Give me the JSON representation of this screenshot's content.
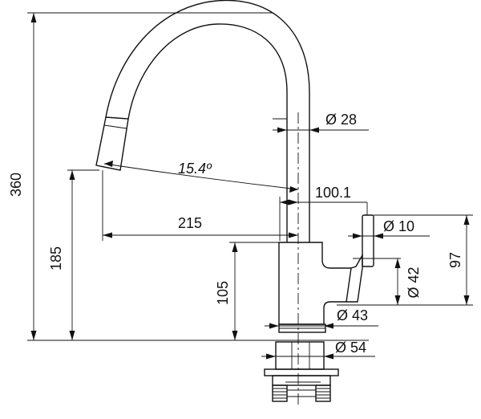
{
  "labels": {
    "height_total": "360",
    "height_spout": "185",
    "height_body": "105",
    "angle": "15.4º",
    "reach": "215",
    "offset": "100.1",
    "dia_spout": "Ø 28",
    "dia_lever": "Ø 10",
    "dia_lever_base": "Ø 42",
    "dia_body": "Ø 43",
    "dia_base": "Ø 54",
    "lever_height": "97"
  },
  "colors": {
    "line": "#111111",
    "background": "#ffffff"
  }
}
